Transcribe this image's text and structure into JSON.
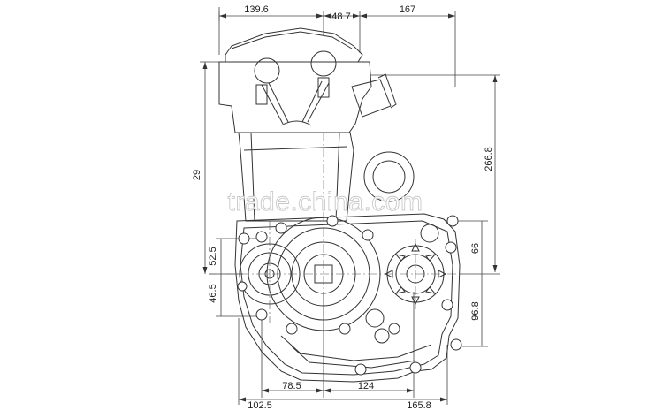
{
  "drawing": {
    "dimensions_top": [
      "139.6",
      "48.7",
      "167"
    ],
    "dimension_left_height": "29",
    "dimension_right_height": "266.8",
    "dimensions_left_middle": [
      "52.5",
      "46.5"
    ],
    "dimensions_right_middle": [
      "66",
      "96.8"
    ],
    "dimensions_bottom_row1": [
      "78.5",
      "124"
    ],
    "dimensions_bottom_row2": [
      "102.5",
      "165.8"
    ]
  },
  "watermark": "trade.china.com"
}
